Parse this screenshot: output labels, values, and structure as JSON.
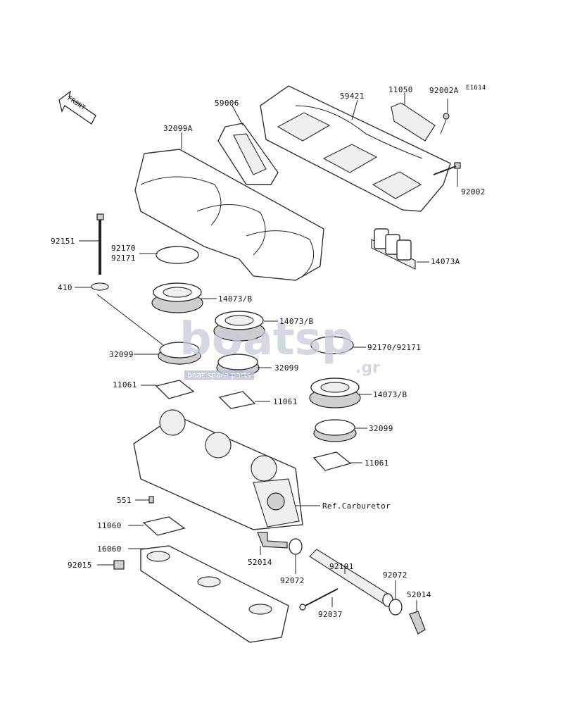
{
  "diagram": {
    "ref_code": "E1614",
    "front_label": "FRONT",
    "watermark": {
      "logo_left": "boat",
      "logo_right": "sp",
      "domain": ".gr",
      "tagline": "boat spare parts"
    },
    "callouts": {
      "p59006": "59006",
      "p59421": "59421",
      "p11050": "11050",
      "p92002A": "92002A",
      "p32099A": "32099A",
      "p92002": "92002",
      "p92151": "92151",
      "p92170_92171_stack_a": "92170",
      "p92170_92171_stack_b": "92171",
      "p14073A": "14073A",
      "p410": "410",
      "p14073B_1": "14073/B",
      "p14073B_2": "14073/B",
      "p32099_1": "32099",
      "p92170_92171": "92170/92171",
      "p32099_2": "32099",
      "p11061_1": "11061",
      "p14073B_3": "14073/B",
      "p11061_2": "11061",
      "p32099_3": "32099",
      "p11061_3": "11061",
      "ref_carb": "Ref.Carburetor",
      "p551": "551",
      "p11060": "11060",
      "p16060": "16060",
      "p92015": "92015",
      "p52014_1": "52014",
      "p92072_1": "92072",
      "p92191": "92191",
      "p92072_2": "92072",
      "p52014_2": "52014",
      "p92037": "92037"
    }
  }
}
